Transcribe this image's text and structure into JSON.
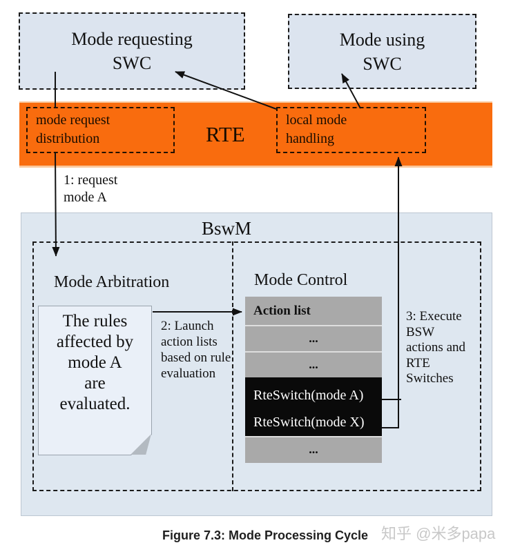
{
  "colors": {
    "band_orange": "#f96c0e",
    "bswm_background": "#dee7f0",
    "swc_box_background": "#dce4ef",
    "note_background": "#eaf0f8",
    "table_gray": "#a9a9a9",
    "table_black": "#0a0a0a"
  },
  "top_row": {
    "mode_requesting_swc": "Mode requesting\nSWC",
    "mode_using_swc": "Mode using\nSWC"
  },
  "rte_band": {
    "label": "RTE",
    "mode_request_distribution": "mode request\ndistribution",
    "local_mode_handling": "local mode\nhandling"
  },
  "flow_labels": {
    "step1": "1: request\nmode A",
    "step2": "2: Launch\naction lists\nbased on rule\nevaluation",
    "step3": "3: Execute\nBSW\nactions and\nRTE\nSwitches"
  },
  "bswm": {
    "title": "BswM",
    "mode_arbitration_title": "Mode Arbitration",
    "mode_control_title": "Mode Control",
    "note_text": "The rules\naffected by\nmode A\nare\nevaluated."
  },
  "action_list_table": {
    "header": "Action list",
    "rows": [
      {
        "label": "...",
        "style": "gray"
      },
      {
        "label": "...",
        "style": "gray"
      },
      {
        "label": "RteSwitch(mode A)",
        "style": "black"
      },
      {
        "label": "RteSwitch(mode X)",
        "style": "black"
      },
      {
        "label": "...",
        "style": "gray"
      }
    ]
  },
  "caption": "Figure 7.3: Mode Processing Cycle",
  "watermark": "知乎 @米多papa"
}
